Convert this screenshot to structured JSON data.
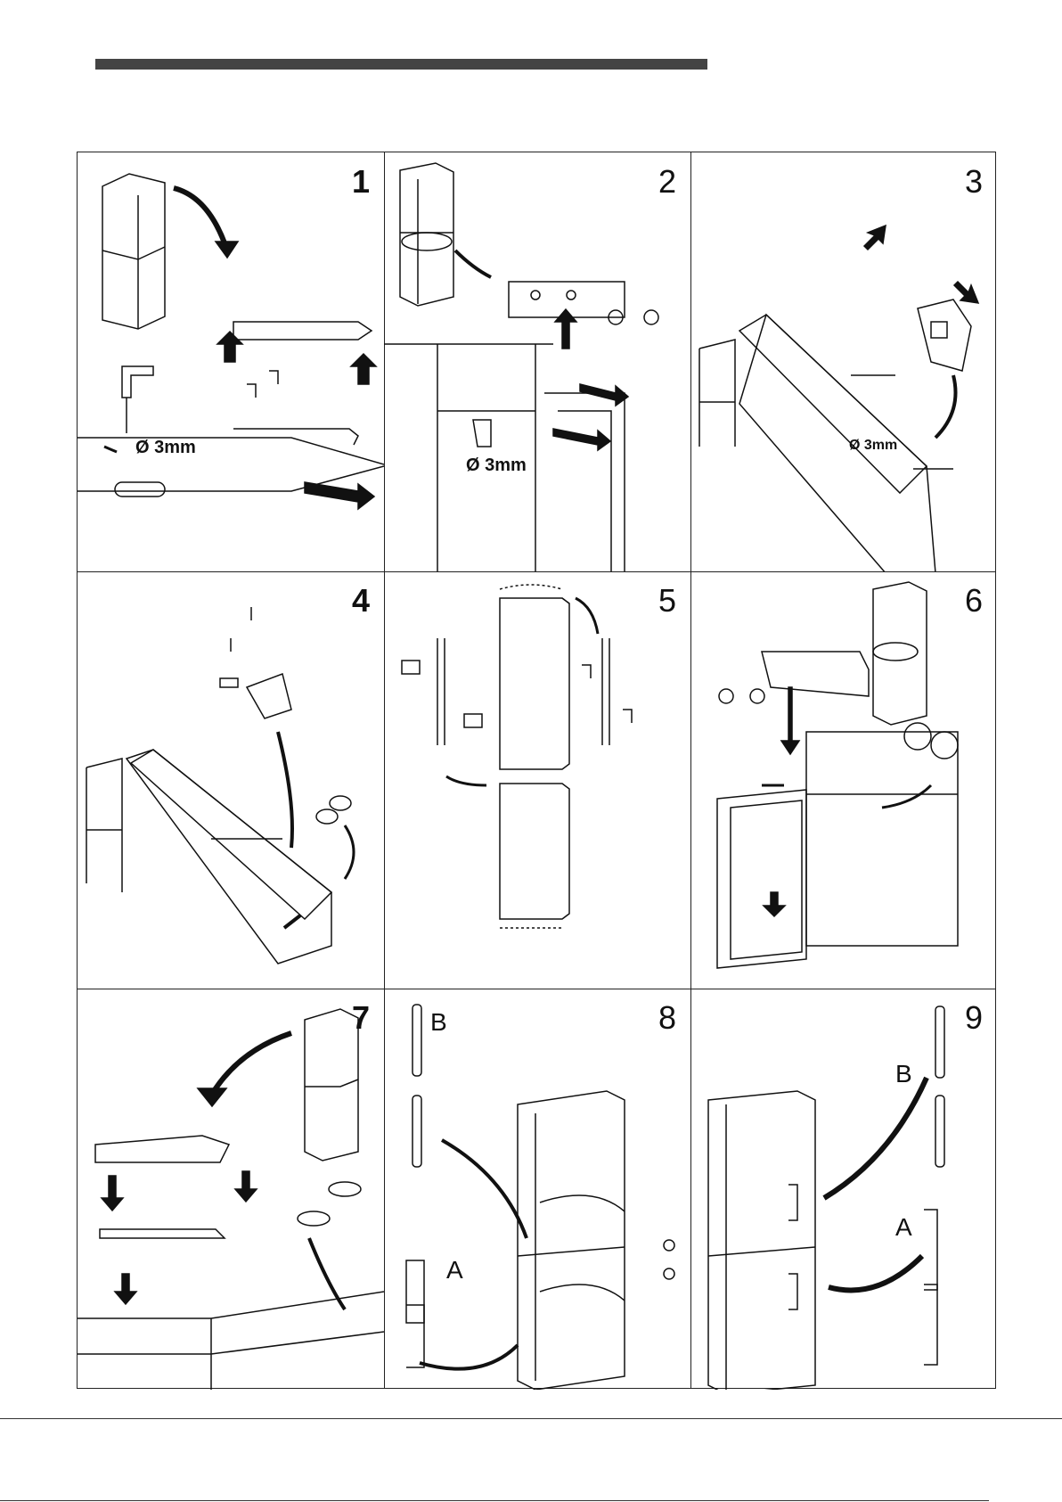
{
  "steps": [
    {
      "number": "1",
      "label": "Ø 3mm"
    },
    {
      "number": "2",
      "label": "Ø 3mm"
    },
    {
      "number": "3",
      "label": "Ø 3mm"
    },
    {
      "number": "4"
    },
    {
      "number": "5"
    },
    {
      "number": "6"
    },
    {
      "number": "7"
    },
    {
      "number": "8",
      "labels": [
        "B",
        "A"
      ]
    },
    {
      "number": "9",
      "labels": [
        "B",
        "A"
      ]
    }
  ],
  "colors": {
    "header_bar": "#444444",
    "line": "#222222"
  }
}
